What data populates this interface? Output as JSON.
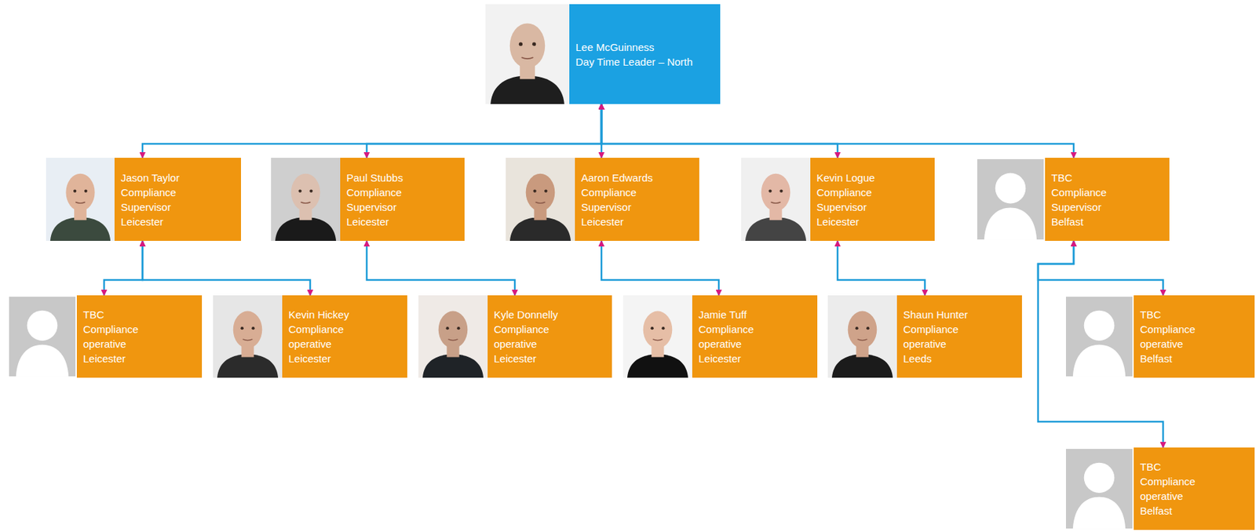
{
  "diagram": {
    "nodes": [
      {
        "text": [
          "Lee McGuinness",
          "Day Time Leader – North"
        ]
      },
      {
        "text": [
          "Jason Taylor",
          "Compliance Supervisor",
          "Leicester"
        ]
      },
      {
        "text": [
          "Paul Stubbs",
          "Compliance Supervisor",
          "Leicester"
        ]
      },
      {
        "text": [
          "Aaron Edwards",
          "Compliance Supervisor",
          "Leicester"
        ]
      },
      {
        "text": [
          "Kevin Logue",
          "Compliance Supervisor",
          "Leicester"
        ]
      },
      {
        "text": [
          "TBC",
          "Compliance Supervisor",
          "Belfast"
        ]
      },
      {
        "text": [
          "TBC",
          "Compliance operative",
          "Leicester"
        ]
      },
      {
        "text": [
          "Kevin Hickey",
          "Compliance operative",
          "Leicester"
        ]
      },
      {
        "text": [
          "Kyle Donnelly",
          "Compliance operative",
          "Leicester"
        ]
      },
      {
        "text": [
          "Jamie Tuff",
          "Compliance operative",
          "Leicester"
        ]
      },
      {
        "text": [
          "Shaun Hunter",
          "Compliance operative",
          "Leeds"
        ]
      },
      {
        "text": [
          "TBC",
          "Compliance operative",
          "Belfast"
        ]
      },
      {
        "text": [
          "TBC",
          "Compliance operative",
          "Belfast"
        ]
      }
    ],
    "edges": [
      {
        "from": 0,
        "to": 1,
        "arrow": "both"
      },
      {
        "from": 0,
        "to": 2,
        "arrow": "both"
      },
      {
        "from": 0,
        "to": 3,
        "arrow": "both"
      },
      {
        "from": 0,
        "to": 4,
        "arrow": "both"
      },
      {
        "from": 0,
        "to": 5,
        "arrow": "both"
      },
      {
        "from": 1,
        "to": 6,
        "arrow": "both"
      },
      {
        "from": 1,
        "to": 7,
        "arrow": "both"
      },
      {
        "from": 2,
        "to": 8,
        "arrow": "both"
      },
      {
        "from": 3,
        "to": 9,
        "arrow": "both"
      },
      {
        "from": 4,
        "to": 10,
        "arrow": "both"
      },
      {
        "from": 5,
        "to": 11,
        "arrow": "both"
      },
      {
        "from": 5,
        "to": 12,
        "arrow": "both"
      }
    ]
  }
}
